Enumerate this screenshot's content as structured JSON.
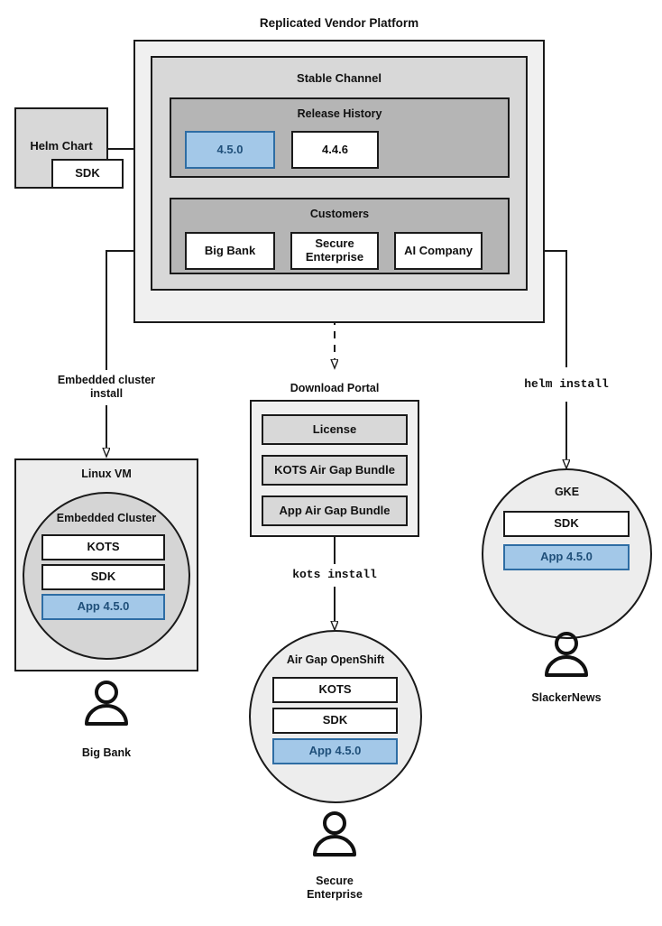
{
  "diagram": {
    "title": "Replicated Vendor Platform",
    "platform": {
      "channel_title": "Stable Channel",
      "release_history": {
        "title": "Release History",
        "releases": [
          {
            "version": "4.5.0",
            "state": "current",
            "color": "#a3c8e8"
          },
          {
            "version": "4.4.6",
            "state": "previous",
            "color": "#ffffff"
          }
        ]
      },
      "customers": {
        "title": "Customers",
        "items": [
          {
            "name": "Big Bank"
          },
          {
            "name": "Secure Enterprise"
          },
          {
            "name": "AI Company"
          }
        ]
      }
    },
    "source": {
      "title": "Helm Chart",
      "component": "SDK"
    },
    "flows": [
      {
        "label": "Embedded cluster install",
        "style": "solid"
      },
      {
        "label": "kots install",
        "style": "mono"
      },
      {
        "label": "helm install",
        "style": "mono"
      }
    ],
    "download_portal": {
      "title": "Download Portal",
      "artifacts": [
        "License",
        "KOTS Air Gap Bundle",
        "App Air Gap Bundle"
      ]
    },
    "targets": [
      {
        "host_title": "Linux VM",
        "cluster_title": "Embedded Cluster",
        "components": [
          {
            "label": "KOTS",
            "highlight": false
          },
          {
            "label": "SDK",
            "highlight": false
          },
          {
            "label": "App 4.5.0",
            "highlight": true
          }
        ],
        "persona": "Big Bank"
      },
      {
        "host_title": "Air Gap OpenShift",
        "components": [
          {
            "label": "KOTS",
            "highlight": false
          },
          {
            "label": "SDK",
            "highlight": false
          },
          {
            "label": "App 4.5.0",
            "highlight": true
          }
        ],
        "persona": "Secure Enterprise"
      },
      {
        "host_title": "GKE",
        "components": [
          {
            "label": "SDK",
            "highlight": false
          },
          {
            "label": "App 4.5.0",
            "highlight": true
          }
        ],
        "persona": "SlackerNews"
      }
    ],
    "colors": {
      "accent_blue_fill": "#a3c8e8",
      "accent_blue_border": "#2e6da4",
      "accent_blue_text": "#1f4f79",
      "stroke": "#1a1a1a",
      "gray_outer": "#f0f0f0",
      "gray_channel": "#d8d8d8",
      "gray_inner": "#b5b5b5",
      "gray_host": "#ededed",
      "gray_cluster": "#d5d5d5"
    },
    "labels": {
      "embedded_install_line1": "Embedded cluster",
      "embedded_install_line2": "install",
      "kots_install": "kots install",
      "helm_install": "helm install",
      "persona_secure_line1": "Secure",
      "persona_secure_line2": "Enterprise"
    }
  }
}
